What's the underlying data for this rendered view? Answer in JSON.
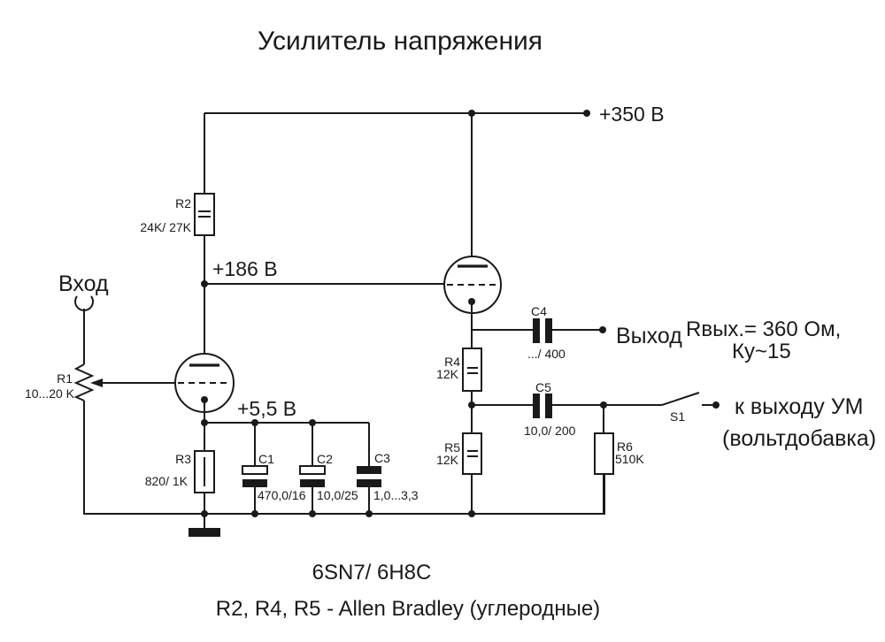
{
  "title": "Усилитель напряжения",
  "power": {
    "supply_rail": "+350 В",
    "plate_node": "+186 В",
    "cathode_node": "+5,5 В"
  },
  "terminals": {
    "input": "Вход",
    "output": "Выход",
    "bootstrap": "к выходу УМ",
    "bootstrap_sub": "(вольтдобавка)"
  },
  "specs": {
    "line1": "Rвых.= 360 Ом,",
    "line2": "Ку~15"
  },
  "components": {
    "r1": {
      "ref": "R1",
      "value": "10...20 K"
    },
    "r2": {
      "ref": "R2",
      "value": "24K/ 27K"
    },
    "r3": {
      "ref": "R3",
      "value": "820/ 1K"
    },
    "r4": {
      "ref": "R4",
      "value": "12K"
    },
    "r5": {
      "ref": "R5",
      "value": "12K"
    },
    "r6": {
      "ref": "R6",
      "value": "510K"
    },
    "c1": {
      "ref": "C1",
      "value": "470,0/16"
    },
    "c2": {
      "ref": "C2",
      "value": "10,0/25"
    },
    "c3": {
      "ref": "C3",
      "value": "1,0...3,3"
    },
    "c4": {
      "ref": "C4",
      "value": ".../ 400"
    },
    "c5": {
      "ref": "C5",
      "value": "10,0/ 200"
    },
    "s1": {
      "ref": "S1"
    }
  },
  "notes": {
    "tubes": "6SN7/ 6H8C",
    "resistors": "R2, R4, R5 - Allen Bradley (углеродные)"
  },
  "colors": {
    "ink": "#1a1a1a",
    "background": "#ffffff"
  }
}
